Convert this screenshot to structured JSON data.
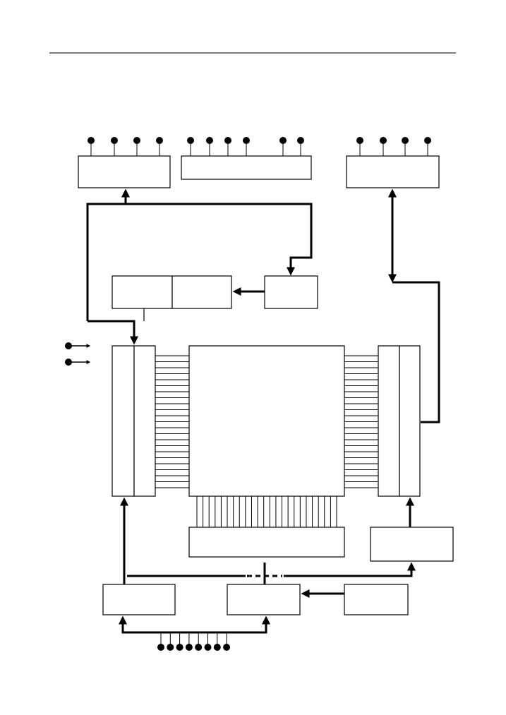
{
  "colors": {
    "stroke": "#000000",
    "background": "#ffffff"
  },
  "diagram": {
    "left_connector_lines": 23,
    "bottom_connector_lines": 24,
    "bottom_input_pins": 8
  }
}
